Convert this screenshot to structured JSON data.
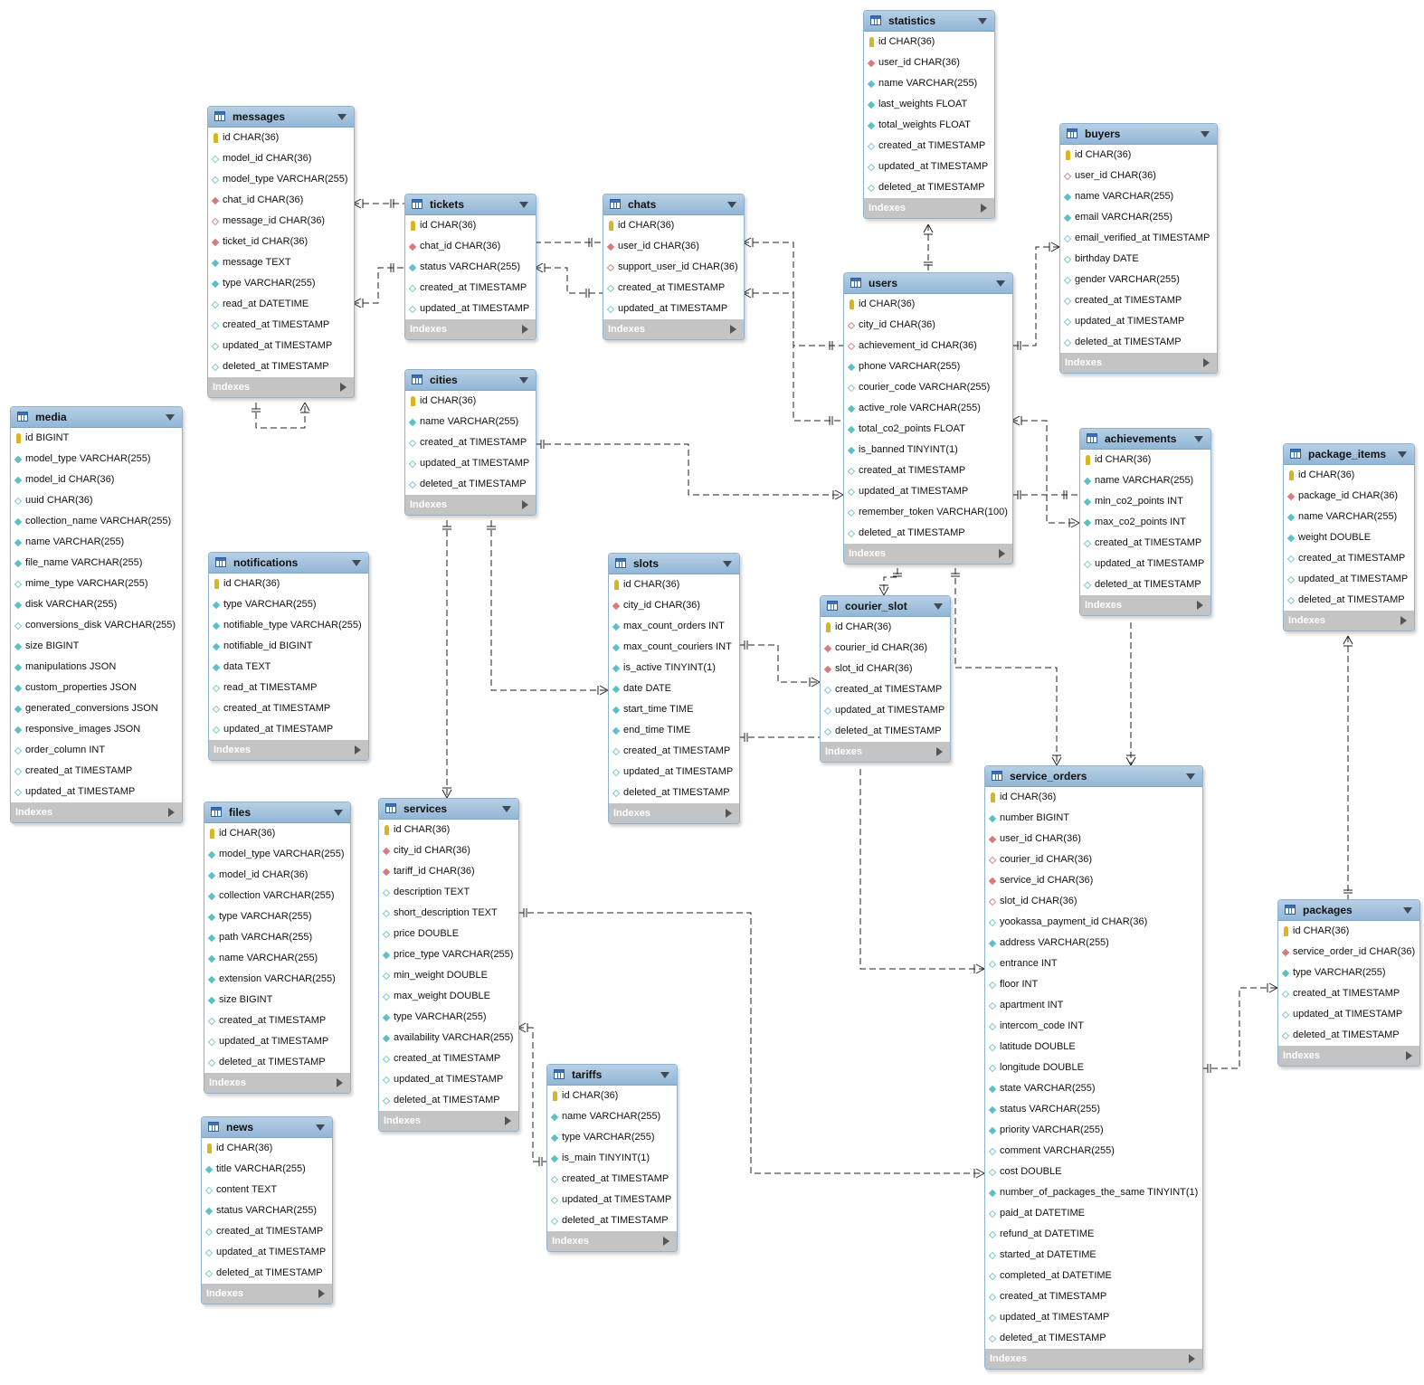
{
  "tables": [
    {
      "name": "statistics",
      "columns": [
        {
          "text": "id CHAR(36)",
          "kind": "pk"
        },
        {
          "text": "user_id CHAR(36)",
          "kind": "fk"
        },
        {
          "text": "name VARCHAR(255)",
          "kind": "nn"
        },
        {
          "text": "last_weights FLOAT",
          "kind": "nn"
        },
        {
          "text": "total_weights FLOAT",
          "kind": "nn"
        },
        {
          "text": "created_at TIMESTAMP",
          "kind": "nl"
        },
        {
          "text": "updated_at TIMESTAMP",
          "kind": "nl"
        },
        {
          "text": "deleted_at TIMESTAMP",
          "kind": "nl"
        }
      ]
    },
    {
      "name": "messages",
      "columns": [
        {
          "text": "id CHAR(36)",
          "kind": "pk"
        },
        {
          "text": "model_id CHAR(36)",
          "kind": "nl"
        },
        {
          "text": "model_type VARCHAR(255)",
          "kind": "nl"
        },
        {
          "text": "chat_id CHAR(36)",
          "kind": "fk"
        },
        {
          "text": "message_id CHAR(36)",
          "kind": "fkh"
        },
        {
          "text": "ticket_id CHAR(36)",
          "kind": "fk"
        },
        {
          "text": "message TEXT",
          "kind": "nn"
        },
        {
          "text": "type VARCHAR(255)",
          "kind": "nn"
        },
        {
          "text": "read_at DATETIME",
          "kind": "nl"
        },
        {
          "text": "created_at TIMESTAMP",
          "kind": "nl"
        },
        {
          "text": "updated_at TIMESTAMP",
          "kind": "nl"
        },
        {
          "text": "deleted_at TIMESTAMP",
          "kind": "nl"
        }
      ]
    },
    {
      "name": "buyers",
      "columns": [
        {
          "text": "id CHAR(36)",
          "kind": "pk"
        },
        {
          "text": "user_id CHAR(36)",
          "kind": "fkh"
        },
        {
          "text": "name VARCHAR(255)",
          "kind": "nn"
        },
        {
          "text": "email VARCHAR(255)",
          "kind": "nn"
        },
        {
          "text": "email_verified_at TIMESTAMP",
          "kind": "nl"
        },
        {
          "text": "birthday DATE",
          "kind": "nl"
        },
        {
          "text": "gender VARCHAR(255)",
          "kind": "nl"
        },
        {
          "text": "created_at TIMESTAMP",
          "kind": "nl"
        },
        {
          "text": "updated_at TIMESTAMP",
          "kind": "nl"
        },
        {
          "text": "deleted_at TIMESTAMP",
          "kind": "nl"
        }
      ]
    },
    {
      "name": "tickets",
      "columns": [
        {
          "text": "id CHAR(36)",
          "kind": "pk"
        },
        {
          "text": "chat_id CHAR(36)",
          "kind": "fk"
        },
        {
          "text": "status VARCHAR(255)",
          "kind": "nn"
        },
        {
          "text": "created_at TIMESTAMP",
          "kind": "nl"
        },
        {
          "text": "updated_at TIMESTAMP",
          "kind": "nl"
        }
      ]
    },
    {
      "name": "chats",
      "columns": [
        {
          "text": "id CHAR(36)",
          "kind": "pk"
        },
        {
          "text": "user_id CHAR(36)",
          "kind": "fk"
        },
        {
          "text": "support_user_id CHAR(36)",
          "kind": "fkh"
        },
        {
          "text": "created_at TIMESTAMP",
          "kind": "nl"
        },
        {
          "text": "updated_at TIMESTAMP",
          "kind": "nl"
        }
      ]
    },
    {
      "name": "users",
      "columns": [
        {
          "text": "id CHAR(36)",
          "kind": "pk"
        },
        {
          "text": "city_id CHAR(36)",
          "kind": "fkh"
        },
        {
          "text": "achievement_id CHAR(36)",
          "kind": "fkh"
        },
        {
          "text": "phone VARCHAR(255)",
          "kind": "nn"
        },
        {
          "text": "courier_code VARCHAR(255)",
          "kind": "nl"
        },
        {
          "text": "active_role VARCHAR(255)",
          "kind": "nn"
        },
        {
          "text": "total_co2_points FLOAT",
          "kind": "nn"
        },
        {
          "text": "is_banned TINYINT(1)",
          "kind": "nn"
        },
        {
          "text": "created_at TIMESTAMP",
          "kind": "nl"
        },
        {
          "text": "updated_at TIMESTAMP",
          "kind": "nl"
        },
        {
          "text": "remember_token VARCHAR(100)",
          "kind": "nl"
        },
        {
          "text": "deleted_at TIMESTAMP",
          "kind": "nl"
        }
      ]
    },
    {
      "name": "cities",
      "columns": [
        {
          "text": "id CHAR(36)",
          "kind": "pk"
        },
        {
          "text": "name VARCHAR(255)",
          "kind": "nn"
        },
        {
          "text": "created_at TIMESTAMP",
          "kind": "nl"
        },
        {
          "text": "updated_at TIMESTAMP",
          "kind": "nl"
        },
        {
          "text": "deleted_at TIMESTAMP",
          "kind": "nl"
        }
      ]
    },
    {
      "name": "media",
      "columns": [
        {
          "text": "id BIGINT",
          "kind": "pk"
        },
        {
          "text": "model_type VARCHAR(255)",
          "kind": "nn"
        },
        {
          "text": "model_id CHAR(36)",
          "kind": "nn"
        },
        {
          "text": "uuid CHAR(36)",
          "kind": "nl"
        },
        {
          "text": "collection_name VARCHAR(255)",
          "kind": "nn"
        },
        {
          "text": "name VARCHAR(255)",
          "kind": "nn"
        },
        {
          "text": "file_name VARCHAR(255)",
          "kind": "nn"
        },
        {
          "text": "mime_type VARCHAR(255)",
          "kind": "nl"
        },
        {
          "text": "disk VARCHAR(255)",
          "kind": "nn"
        },
        {
          "text": "conversions_disk VARCHAR(255)",
          "kind": "nl"
        },
        {
          "text": "size BIGINT",
          "kind": "nn"
        },
        {
          "text": "manipulations JSON",
          "kind": "nn"
        },
        {
          "text": "custom_properties JSON",
          "kind": "nn"
        },
        {
          "text": "generated_conversions JSON",
          "kind": "nn"
        },
        {
          "text": "responsive_images JSON",
          "kind": "nn"
        },
        {
          "text": "order_column INT",
          "kind": "nl"
        },
        {
          "text": "created_at TIMESTAMP",
          "kind": "nl"
        },
        {
          "text": "updated_at TIMESTAMP",
          "kind": "nl"
        }
      ]
    },
    {
      "name": "achievements",
      "columns": [
        {
          "text": "id CHAR(36)",
          "kind": "pk"
        },
        {
          "text": "name VARCHAR(255)",
          "kind": "nn"
        },
        {
          "text": "min_co2_points INT",
          "kind": "nn"
        },
        {
          "text": "max_co2_points INT",
          "kind": "nn"
        },
        {
          "text": "created_at TIMESTAMP",
          "kind": "nl"
        },
        {
          "text": "updated_at TIMESTAMP",
          "kind": "nl"
        },
        {
          "text": "deleted_at TIMESTAMP",
          "kind": "nl"
        }
      ]
    },
    {
      "name": "package_items",
      "columns": [
        {
          "text": "id CHAR(36)",
          "kind": "pk"
        },
        {
          "text": "package_id CHAR(36)",
          "kind": "fk"
        },
        {
          "text": "name VARCHAR(255)",
          "kind": "nn"
        },
        {
          "text": "weight DOUBLE",
          "kind": "nn"
        },
        {
          "text": "created_at TIMESTAMP",
          "kind": "nl"
        },
        {
          "text": "updated_at TIMESTAMP",
          "kind": "nl"
        },
        {
          "text": "deleted_at TIMESTAMP",
          "kind": "nl"
        }
      ]
    },
    {
      "name": "notifications",
      "columns": [
        {
          "text": "id CHAR(36)",
          "kind": "pk"
        },
        {
          "text": "type VARCHAR(255)",
          "kind": "nn"
        },
        {
          "text": "notifiable_type VARCHAR(255)",
          "kind": "nn"
        },
        {
          "text": "notifiable_id BIGINT",
          "kind": "nn"
        },
        {
          "text": "data TEXT",
          "kind": "nn"
        },
        {
          "text": "read_at TIMESTAMP",
          "kind": "nl"
        },
        {
          "text": "created_at TIMESTAMP",
          "kind": "nl"
        },
        {
          "text": "updated_at TIMESTAMP",
          "kind": "nl"
        }
      ]
    },
    {
      "name": "slots",
      "columns": [
        {
          "text": "id CHAR(36)",
          "kind": "pk"
        },
        {
          "text": "city_id CHAR(36)",
          "kind": "fk"
        },
        {
          "text": "max_count_orders INT",
          "kind": "nn"
        },
        {
          "text": "max_count_couriers INT",
          "kind": "nn"
        },
        {
          "text": "is_active TINYINT(1)",
          "kind": "nn"
        },
        {
          "text": "date DATE",
          "kind": "nn"
        },
        {
          "text": "start_time TIME",
          "kind": "nn"
        },
        {
          "text": "end_time TIME",
          "kind": "nn"
        },
        {
          "text": "created_at TIMESTAMP",
          "kind": "nl"
        },
        {
          "text": "updated_at TIMESTAMP",
          "kind": "nl"
        },
        {
          "text": "deleted_at TIMESTAMP",
          "kind": "nl"
        }
      ]
    },
    {
      "name": "courier_slot",
      "columns": [
        {
          "text": "id CHAR(36)",
          "kind": "pk"
        },
        {
          "text": "courier_id CHAR(36)",
          "kind": "fk"
        },
        {
          "text": "slot_id CHAR(36)",
          "kind": "fk"
        },
        {
          "text": "created_at TIMESTAMP",
          "kind": "nl"
        },
        {
          "text": "updated_at TIMESTAMP",
          "kind": "nl"
        },
        {
          "text": "deleted_at TIMESTAMP",
          "kind": "nl"
        }
      ]
    },
    {
      "name": "service_orders",
      "columns": [
        {
          "text": "id CHAR(36)",
          "kind": "pk"
        },
        {
          "text": "number BIGINT",
          "kind": "nn"
        },
        {
          "text": "user_id CHAR(36)",
          "kind": "fk"
        },
        {
          "text": "courier_id CHAR(36)",
          "kind": "fkh"
        },
        {
          "text": "service_id CHAR(36)",
          "kind": "fk"
        },
        {
          "text": "slot_id CHAR(36)",
          "kind": "fkh"
        },
        {
          "text": "yookassa_payment_id CHAR(36)",
          "kind": "nl"
        },
        {
          "text": "address VARCHAR(255)",
          "kind": "nn"
        },
        {
          "text": "entrance INT",
          "kind": "nl"
        },
        {
          "text": "floor INT",
          "kind": "nl"
        },
        {
          "text": "apartment INT",
          "kind": "nl"
        },
        {
          "text": "intercom_code INT",
          "kind": "nl"
        },
        {
          "text": "latitude DOUBLE",
          "kind": "nl"
        },
        {
          "text": "longitude DOUBLE",
          "kind": "nl"
        },
        {
          "text": "state VARCHAR(255)",
          "kind": "nn"
        },
        {
          "text": "status VARCHAR(255)",
          "kind": "nn"
        },
        {
          "text": "priority VARCHAR(255)",
          "kind": "nn"
        },
        {
          "text": "comment VARCHAR(255)",
          "kind": "nl"
        },
        {
          "text": "cost DOUBLE",
          "kind": "nl"
        },
        {
          "text": "number_of_packages_the_same TINYINT(1)",
          "kind": "nn"
        },
        {
          "text": "paid_at DATETIME",
          "kind": "nl"
        },
        {
          "text": "refund_at DATETIME",
          "kind": "nl"
        },
        {
          "text": "started_at DATETIME",
          "kind": "nl"
        },
        {
          "text": "completed_at DATETIME",
          "kind": "nl"
        },
        {
          "text": "created_at TIMESTAMP",
          "kind": "nl"
        },
        {
          "text": "updated_at TIMESTAMP",
          "kind": "nl"
        },
        {
          "text": "deleted_at TIMESTAMP",
          "kind": "nl"
        }
      ]
    },
    {
      "name": "files",
      "columns": [
        {
          "text": "id CHAR(36)",
          "kind": "pk"
        },
        {
          "text": "model_type VARCHAR(255)",
          "kind": "nn"
        },
        {
          "text": "model_id CHAR(36)",
          "kind": "nn"
        },
        {
          "text": "collection VARCHAR(255)",
          "kind": "nn"
        },
        {
          "text": "type VARCHAR(255)",
          "kind": "nn"
        },
        {
          "text": "path VARCHAR(255)",
          "kind": "nn"
        },
        {
          "text": "name VARCHAR(255)",
          "kind": "nn"
        },
        {
          "text": "extension VARCHAR(255)",
          "kind": "nn"
        },
        {
          "text": "size BIGINT",
          "kind": "nn"
        },
        {
          "text": "created_at TIMESTAMP",
          "kind": "nl"
        },
        {
          "text": "updated_at TIMESTAMP",
          "kind": "nl"
        },
        {
          "text": "deleted_at TIMESTAMP",
          "kind": "nl"
        }
      ]
    },
    {
      "name": "services",
      "columns": [
        {
          "text": "id CHAR(36)",
          "kind": "pk"
        },
        {
          "text": "city_id CHAR(36)",
          "kind": "fk"
        },
        {
          "text": "tariff_id CHAR(36)",
          "kind": "fk"
        },
        {
          "text": "description TEXT",
          "kind": "nl"
        },
        {
          "text": "short_description TEXT",
          "kind": "nl"
        },
        {
          "text": "price DOUBLE",
          "kind": "nl"
        },
        {
          "text": "price_type VARCHAR(255)",
          "kind": "nn"
        },
        {
          "text": "min_weight DOUBLE",
          "kind": "nl"
        },
        {
          "text": "max_weight DOUBLE",
          "kind": "nl"
        },
        {
          "text": "type VARCHAR(255)",
          "kind": "nn"
        },
        {
          "text": "availability VARCHAR(255)",
          "kind": "nn"
        },
        {
          "text": "created_at TIMESTAMP",
          "kind": "nl"
        },
        {
          "text": "updated_at TIMESTAMP",
          "kind": "nl"
        },
        {
          "text": "deleted_at TIMESTAMP",
          "kind": "nl"
        }
      ]
    },
    {
      "name": "packages",
      "columns": [
        {
          "text": "id CHAR(36)",
          "kind": "pk"
        },
        {
          "text": "service_order_id CHAR(36)",
          "kind": "fk"
        },
        {
          "text": "type VARCHAR(255)",
          "kind": "nn"
        },
        {
          "text": "created_at TIMESTAMP",
          "kind": "nl"
        },
        {
          "text": "updated_at TIMESTAMP",
          "kind": "nl"
        },
        {
          "text": "deleted_at TIMESTAMP",
          "kind": "nl"
        }
      ]
    },
    {
      "name": "tariffs",
      "columns": [
        {
          "text": "id CHAR(36)",
          "kind": "pk"
        },
        {
          "text": "name VARCHAR(255)",
          "kind": "nn"
        },
        {
          "text": "type VARCHAR(255)",
          "kind": "nn"
        },
        {
          "text": "is_main TINYINT(1)",
          "kind": "nn"
        },
        {
          "text": "created_at TIMESTAMP",
          "kind": "nl"
        },
        {
          "text": "updated_at TIMESTAMP",
          "kind": "nl"
        },
        {
          "text": "deleted_at TIMESTAMP",
          "kind": "nl"
        }
      ]
    },
    {
      "name": "news",
      "columns": [
        {
          "text": "id CHAR(36)",
          "kind": "pk"
        },
        {
          "text": "title VARCHAR(255)",
          "kind": "nn"
        },
        {
          "text": "content TEXT",
          "kind": "nl"
        },
        {
          "text": "status VARCHAR(255)",
          "kind": "nn"
        },
        {
          "text": "created_at TIMESTAMP",
          "kind": "nl"
        },
        {
          "text": "updated_at TIMESTAMP",
          "kind": "nl"
        },
        {
          "text": "deleted_at TIMESTAMP",
          "kind": "nl"
        }
      ]
    }
  ],
  "indexes_label": "Indexes",
  "colors": {
    "header_top": "#b7d0e6",
    "header_bottom": "#92b6d6",
    "indexes_bar": "#c4c4c4",
    "edge": "#222222",
    "pk_key": "#d7b523",
    "fk_marker": "#d77a7a",
    "column_marker": "#5cc0c8"
  }
}
